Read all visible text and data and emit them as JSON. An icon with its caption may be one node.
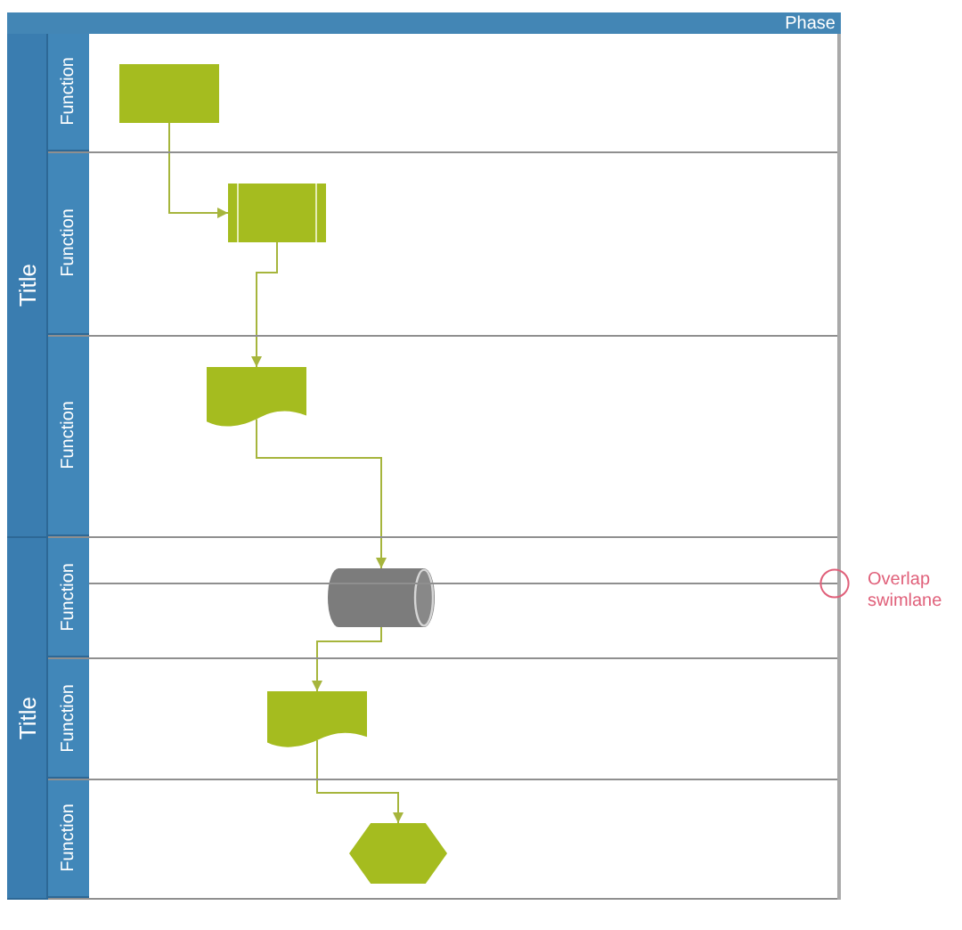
{
  "diagram": {
    "nodes": [
      {
        "text": [
          "Phase"
        ]
      },
      {
        "text": [
          "Title"
        ]
      },
      {
        "text": [
          "Function"
        ],
        "in": 1
      },
      {
        "text": [],
        "shape": "box",
        "in": 2
      },
      {
        "text": [
          "Function"
        ],
        "in": 1
      },
      {
        "text": [],
        "shape": "subroutine",
        "in": 4
      },
      {
        "text": [
          "Function"
        ],
        "in": 1
      },
      {
        "text": [],
        "shape": "document",
        "in": 6
      },
      {
        "text": [
          "Title"
        ]
      },
      {
        "text": [
          "Function"
        ],
        "in": 8
      },
      {
        "text": [],
        "shape": "cylinder",
        "in": 9
      },
      {
        "text": [
          "Function"
        ],
        "in": 8
      },
      {
        "text": [],
        "shape": "document",
        "in": 11
      },
      {
        "text": [
          "Function"
        ],
        "in": 8
      },
      {
        "text": [],
        "shape": "hexagon",
        "in": 13
      }
    ],
    "edges": [
      {
        "from": 3,
        "to": 5,
        "arrow": "to"
      },
      {
        "from": 5,
        "to": 7,
        "arrow": "to"
      },
      {
        "from": 7,
        "to": 10,
        "arrow": "to"
      },
      {
        "from": 10,
        "to": 12,
        "arrow": "to"
      },
      {
        "from": 12,
        "to": 14,
        "arrow": "to"
      }
    ],
    "labels": [
      "Overlap swimlane"
    ]
  }
}
